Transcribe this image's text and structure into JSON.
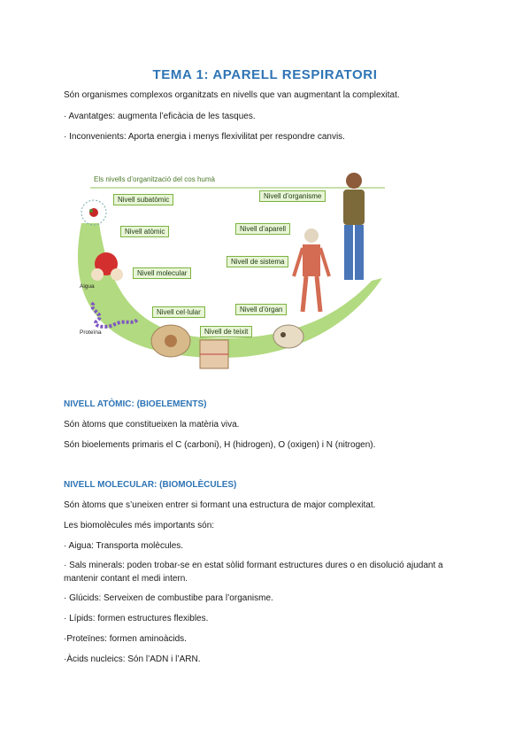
{
  "title": "TEMA 1: APARELL RESPIRATORI",
  "intro": [
    "Són organismes complexos organitzats en nivells que van augmentant la complexitat.",
    "· Avantatges: augmenta l’eficàcia de les tasques.",
    "· Inconvenients: Aporta energia i menys flexivilitat per respondre canvis."
  ],
  "figure": {
    "title": "Els nivells d’organització del cos humà",
    "labels": {
      "subatomic": "Nivell subatòmic",
      "atomic": "Nivell atòmic",
      "molecular": "Nivell molecular",
      "cellular": "Nivell cel·lular",
      "tissue": "Nivell de teixit",
      "organ": "Nivell d’òrgan",
      "system": "Nivell de sistema",
      "apparatus": "Nivell d’aparell",
      "organism": "Nivell d’organisme"
    },
    "captions": {
      "water": "Aigua",
      "protein": "Proteïna"
    },
    "colors": {
      "band": "#a5d46a",
      "label_bg": "#e8f5d6",
      "label_border": "#7cb342"
    }
  },
  "section_atomic": {
    "heading": "NIVELL ATÒMIC: (BIOELEMENTS)",
    "lines": [
      "Són àtoms que constitueixen la matèria viva.",
      "Són bioelements primaris el C (carboni), H (hidrogen), O (oxigen) i N (nitrogen)."
    ]
  },
  "section_molecular": {
    "heading": "NIVELL MOLECULAR: (BIOMOLÈCULES)",
    "lines": [
      "Són àtoms que s’uneixen entrer si formant una estructura de major complexitat.",
      "Les biomolècules més importants són:",
      "· Aigua: Transporta molècules.",
      "· Sals minerals: poden trobar-se en estat sòlid formant estructures dures o en disolució ajudant a",
      "mantenir contant el medi intern.",
      "· Glúcids: Serveixen de combustibe para l’organisme.",
      "· Lípids: formen estructures flexibles.",
      "·Proteïnes: formen aminoàcids.",
      "·Àcids nucleics: Són l’ADN i l’ARN."
    ]
  },
  "icons": [
    "atom-icon",
    "water-molecule-icon",
    "protein-chain-icon",
    "cell-icon",
    "tissue-icon",
    "skull-icon",
    "skeleton-icon",
    "person-icon"
  ]
}
